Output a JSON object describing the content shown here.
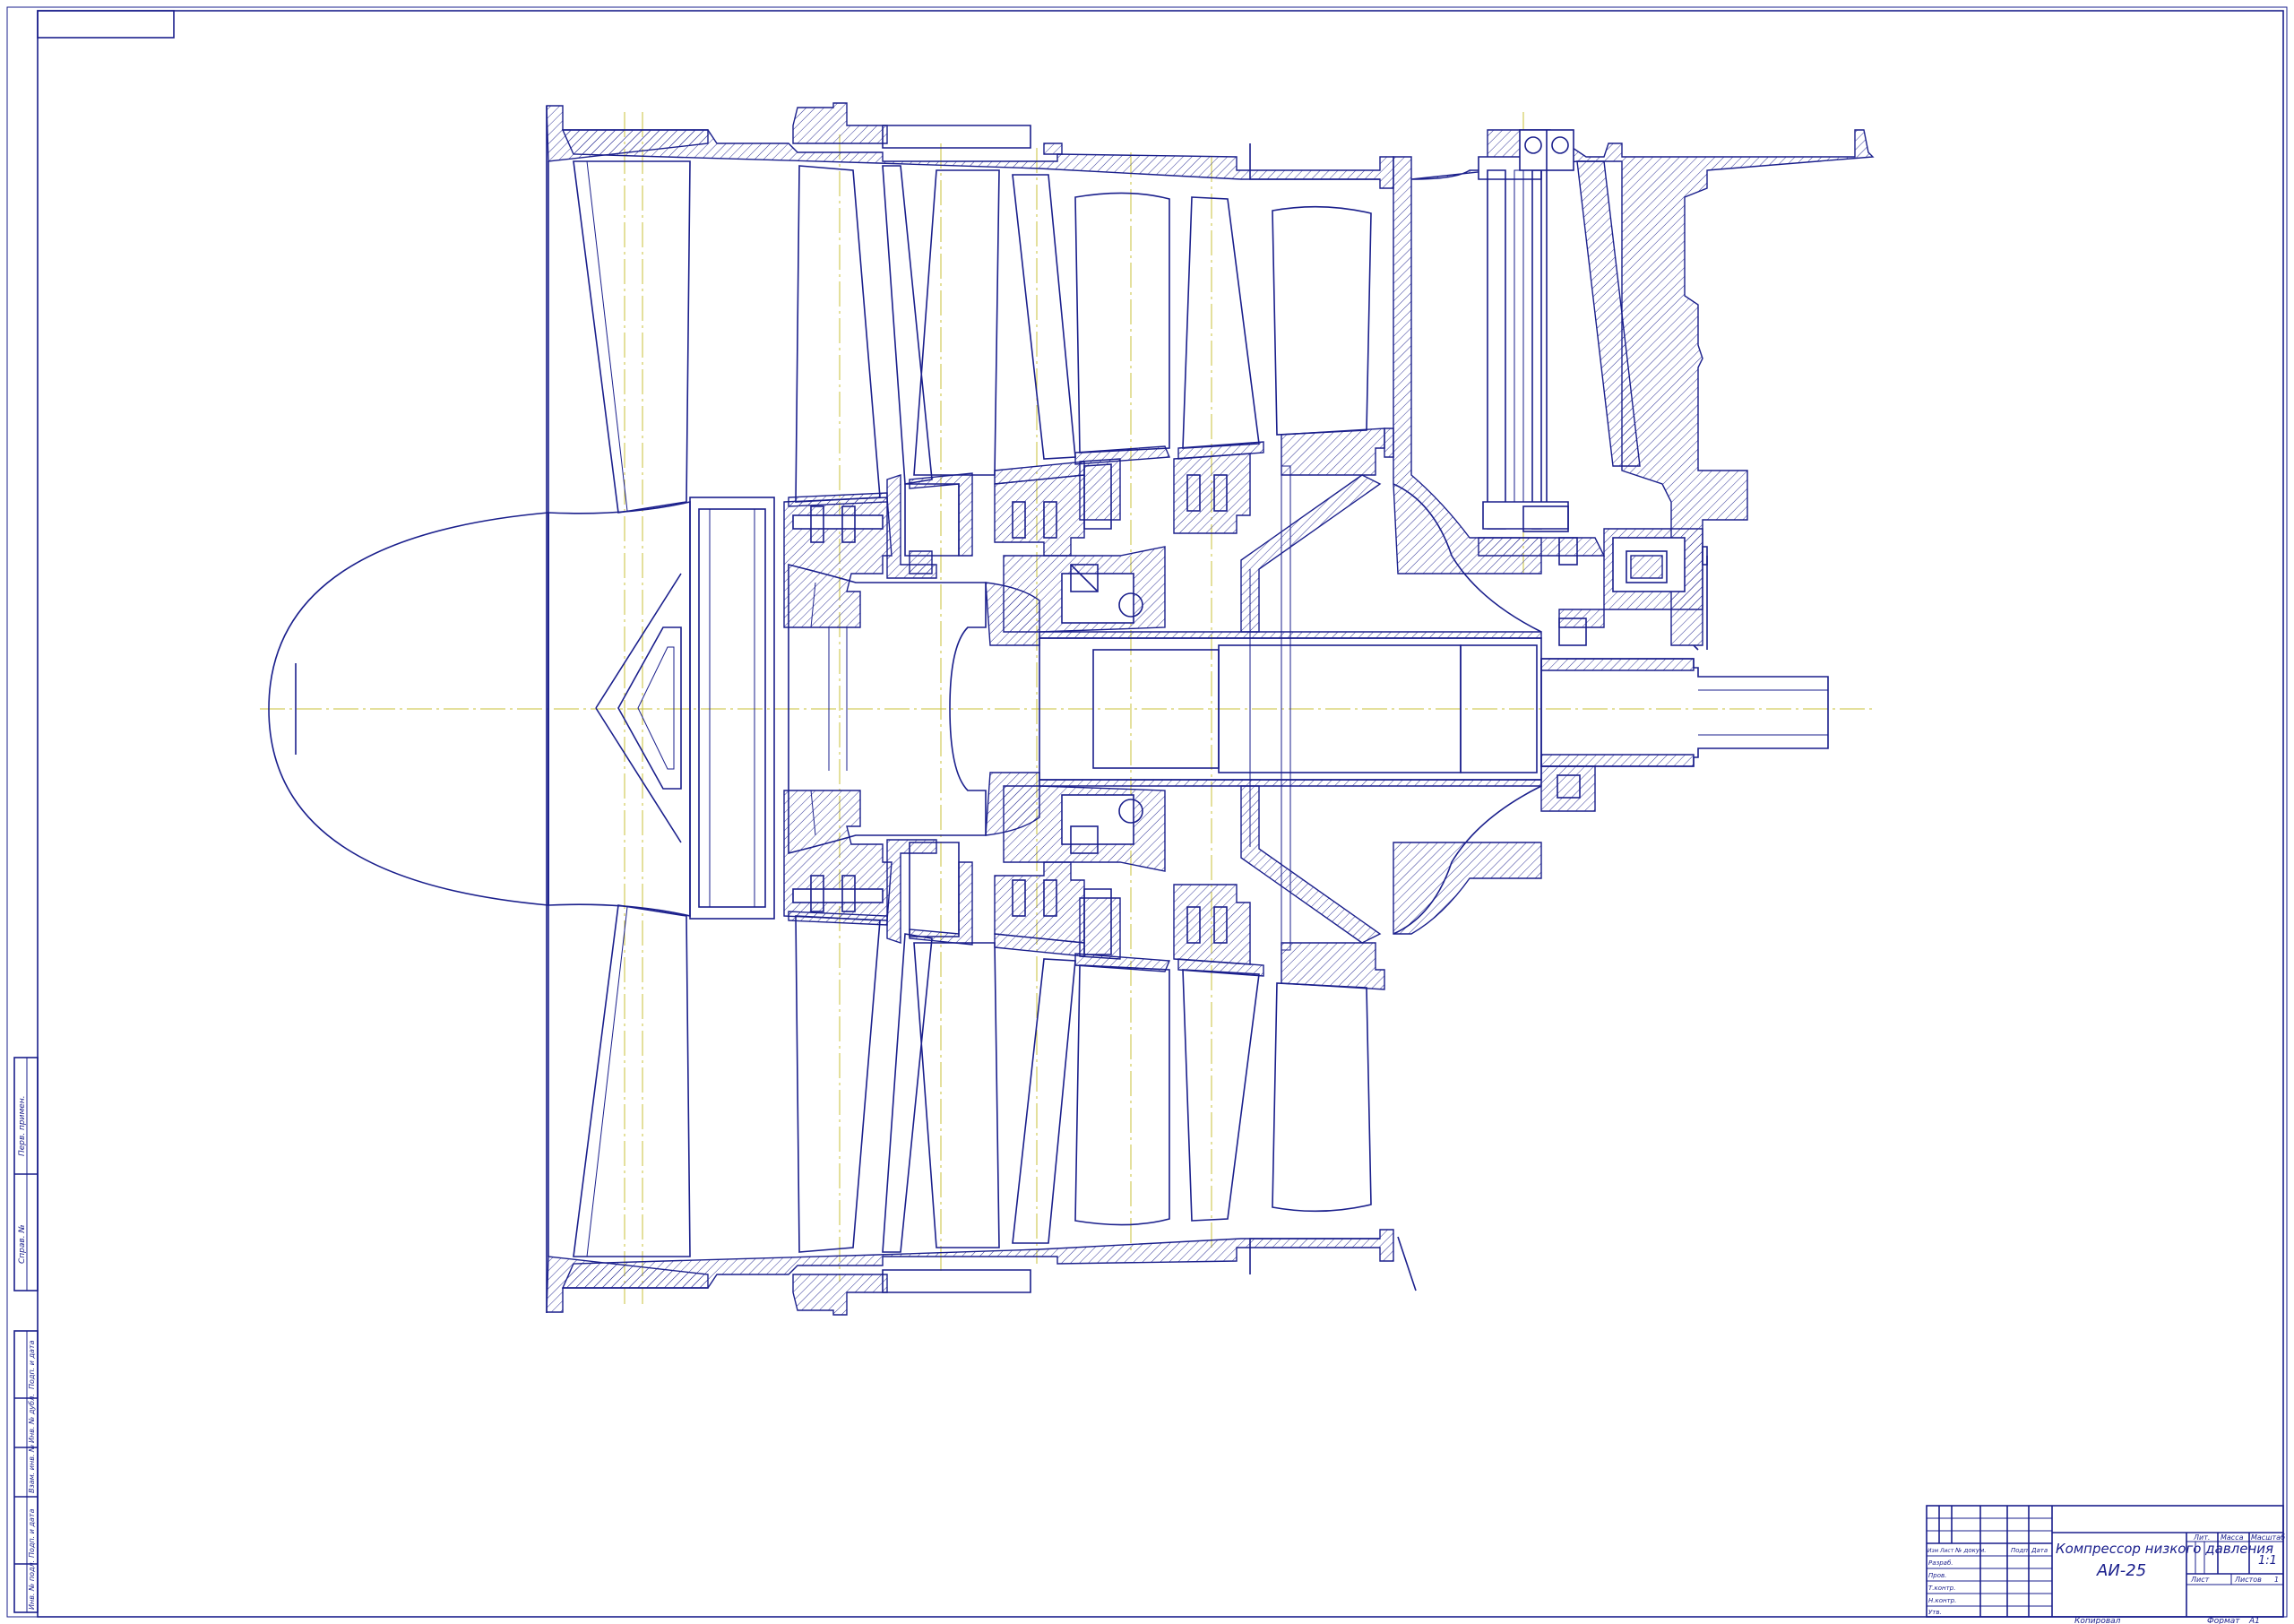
{
  "title_block": {
    "title_line1": "Компрессор низкого давления",
    "title_line2": "АИ-25",
    "col_izm": "Изм",
    "col_list": "Лист",
    "col_docnum": "№ докум.",
    "col_podp": "Подп.",
    "col_data": "Дата",
    "row_razrab": "Разраб.",
    "row_prov": "Пров.",
    "row_tkontr": "Т.контр.",
    "row_nkontr": "Н.контр.",
    "row_utv": "Утв.",
    "lit": "Лит.",
    "massa": "Масса",
    "masshtab": "Масштаб",
    "scale_value": "1:1",
    "sheet": "Лист",
    "sheets": "Листов",
    "sheets_value": "1",
    "copied": "Копировал",
    "format": "Формат",
    "format_value": "А1"
  },
  "side_stamp": {
    "perv_primen": "Перв. примен.",
    "sprav": "Справ. №",
    "podp_data_1": "Подп. и дата",
    "inv_dubl": "Инв. № дубл.",
    "vzam_inv": "Взам. инв. №",
    "podp_data_2": "Подп. и дата",
    "inv_podl": "Инв. № подл."
  },
  "colors": {
    "line": "#1a1f8c",
    "centerline": "#c8c23a",
    "paper": "#ffffff"
  }
}
